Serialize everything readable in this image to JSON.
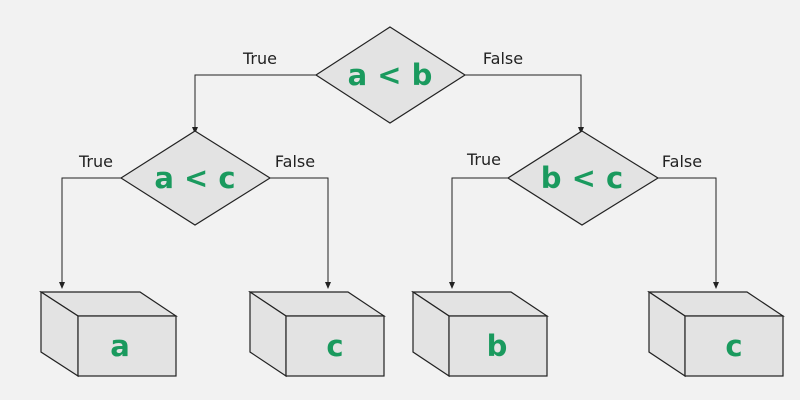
{
  "colors": {
    "background": "#f2f2f2",
    "shape_fill": "#e3e3e3",
    "stroke": "#222222",
    "label_text": "#1a9a5e"
  },
  "decisions": {
    "root": {
      "condition": "a < b",
      "true_label": "True",
      "false_label": "False"
    },
    "left": {
      "condition": "a < c",
      "true_label": "True",
      "false_label": "False"
    },
    "right": {
      "condition": "b < c",
      "true_label": "True",
      "false_label": "False"
    }
  },
  "outcomes": {
    "left_true": "a",
    "left_false": "c",
    "right_true": "b",
    "right_false": "c"
  }
}
